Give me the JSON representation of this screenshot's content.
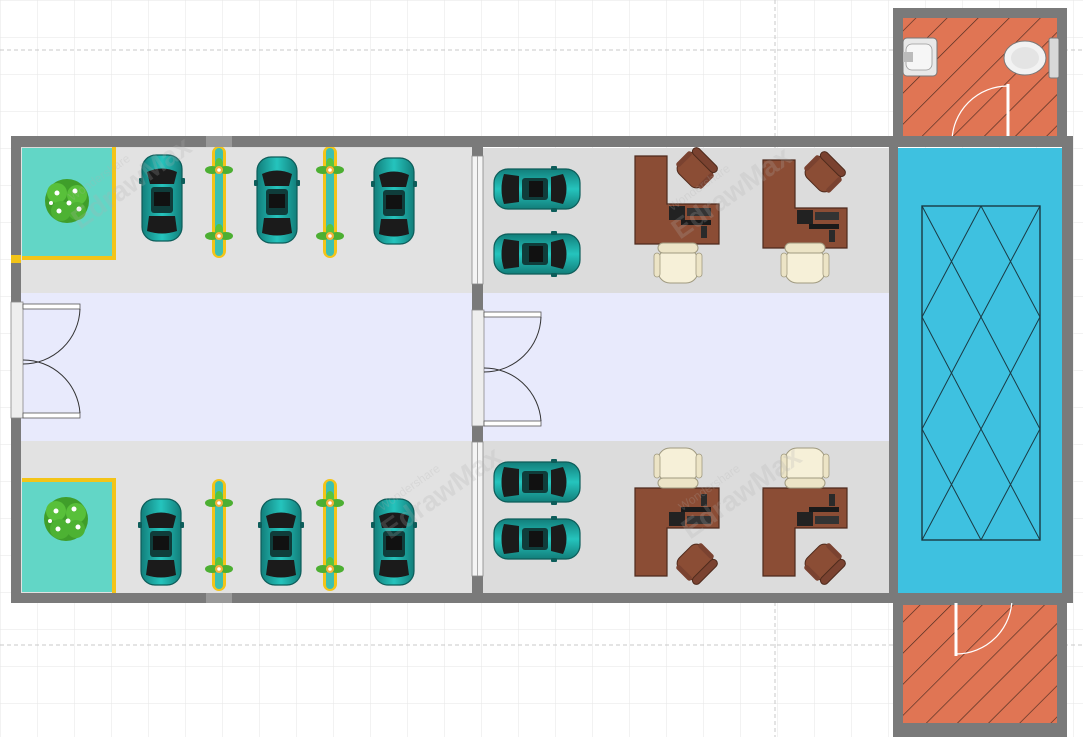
{
  "diagram": {
    "type": "floor-plan",
    "watermark": {
      "brand": "EdrawMax",
      "maker": "Wondershare"
    },
    "colors": {
      "wall": "#7a7a7a",
      "floor": "#dcdcdc",
      "corridor": "#e8eafc",
      "planter": "#62d6c6",
      "stair_well": "#3ec1e0",
      "restroom_floor": "#e07554",
      "car_body": "#1fa9a4",
      "desk": "#8b4d35",
      "curb": "#f3c418"
    }
  }
}
